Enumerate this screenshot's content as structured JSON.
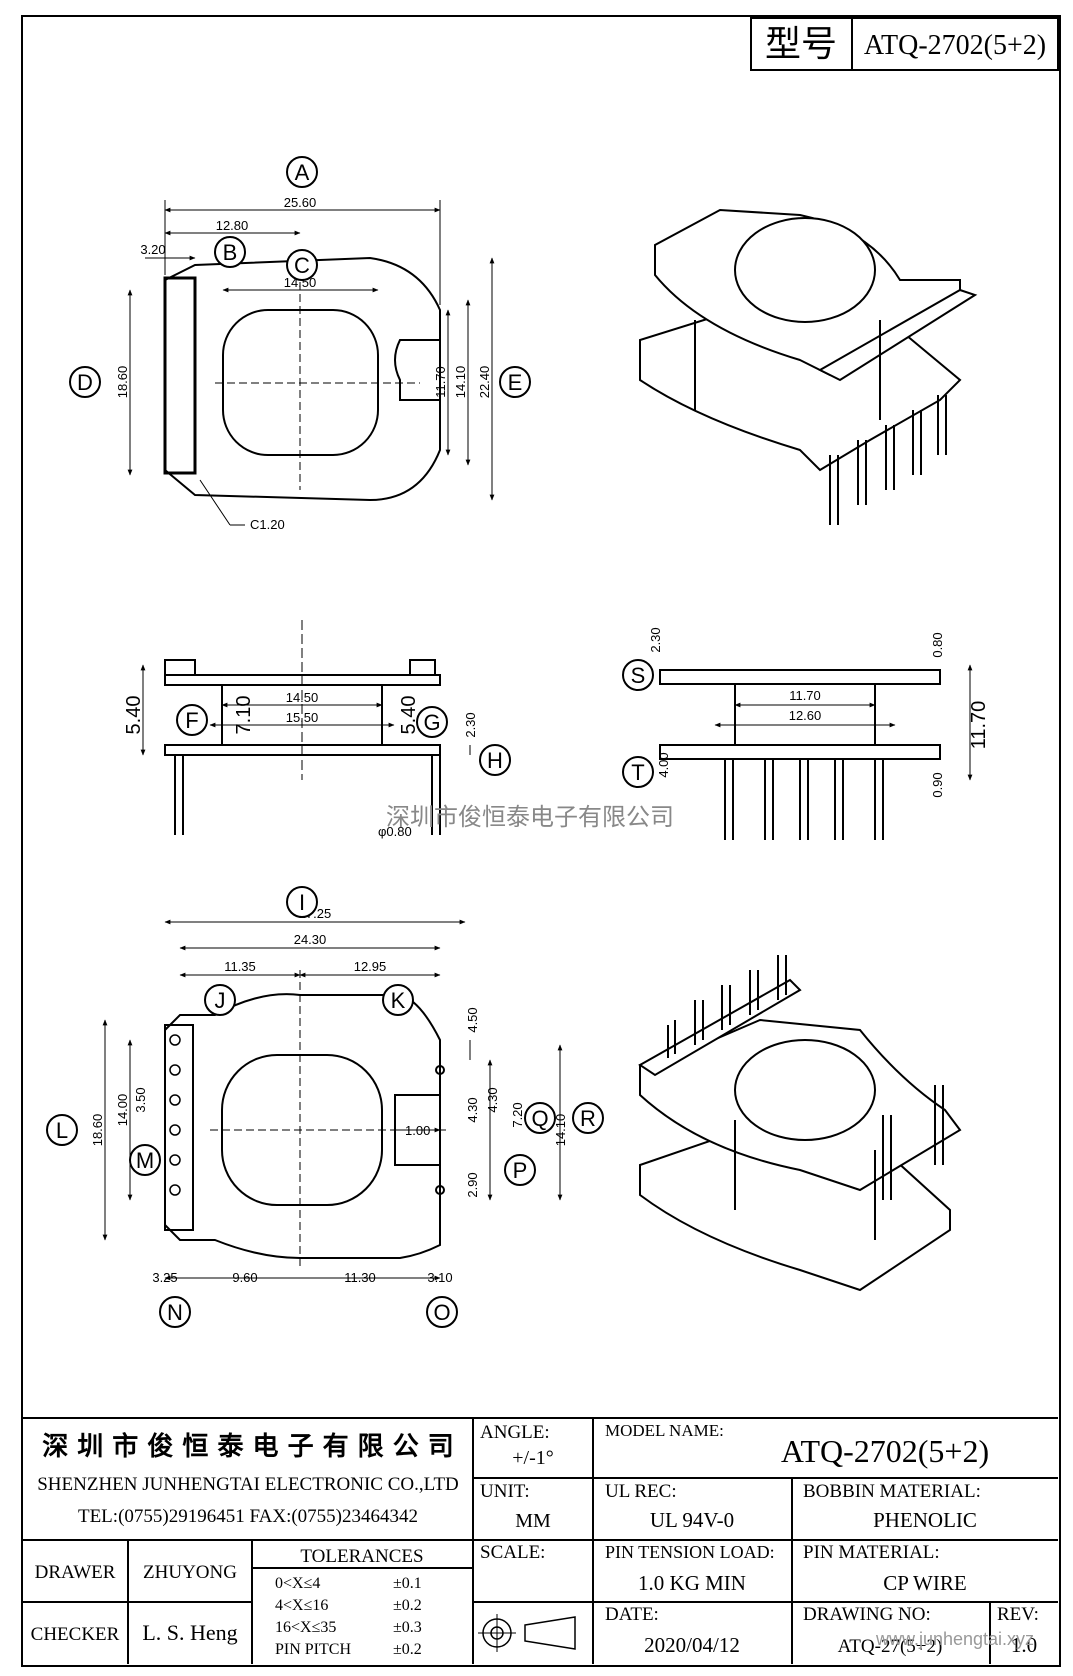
{
  "header": {
    "model_label": "型号",
    "model_value": "ATQ-2702(5+2)"
  },
  "dimensions": {
    "top": {
      "a": "25.60",
      "b": "12.80",
      "c": "14.50",
      "b2": "3.20",
      "d": "18.60",
      "e1": "11.70",
      "e2": "14.10",
      "e3": "22.40",
      "chamfer": "C1.20"
    },
    "side": {
      "h1": "5.40",
      "w1": "7.10",
      "a": "14.50",
      "b": "15.50",
      "h2": "5.40",
      "h3": "2.30",
      "pin": "φ0.80"
    },
    "front": {
      "s": "2.30",
      "a": "11.70",
      "b": "12.60",
      "t": "4.00",
      "r1": "0.80",
      "r2": "11.70",
      "r3": "0.90"
    },
    "bottom": {
      "i": "27.25",
      "w": "24.30",
      "j": "11.35",
      "k": "12.95",
      "l": "18.60",
      "m1": "14.00",
      "m2": "3.50",
      "q1": "4.50",
      "q2": "4.30",
      "q3": "4.30",
      "q4": "7.20",
      "r": "14.10",
      "p": "2.90",
      "slot": "1.00",
      "n1": "3.25",
      "n2": "9.60",
      "o1": "11.30",
      "o2": "3.10"
    }
  },
  "callouts": [
    "A",
    "B",
    "C",
    "D",
    "E",
    "F",
    "G",
    "H",
    "S",
    "T",
    "I",
    "J",
    "K",
    "L",
    "M",
    "Q",
    "R",
    "P",
    "N",
    "O"
  ],
  "watermark": "深圳市俊恒泰电子有限公司",
  "title_block": {
    "company_cn": "深 圳 市 俊 恒 泰 电 子 有 限 公 司",
    "company_en": "SHENZHEN JUNHENGTAI ELECTRONIC CO.,LTD",
    "contact": "TEL:(0755)29196451 FAX:(0755)23464342",
    "angle_label": "ANGLE:",
    "angle_value": "+/-1°",
    "model_name_label": "MODEL NAME:",
    "model_name_value": "ATQ-2702(5+2)",
    "unit_label": "UNIT:",
    "unit_value": "MM",
    "ul_label": "UL REC:",
    "ul_value": "UL 94V-0",
    "bobbin_label": "BOBBIN MATERIAL:",
    "bobbin_value": "PHENOLIC",
    "drawer_label": "DRAWER",
    "drawer_value": "ZHUYONG",
    "checker_label": "CHECKER",
    "checker_value": "L. S. Heng",
    "tolerances_label": "TOLERANCES",
    "tolerances": [
      {
        "range": "0<X≤4",
        "value": "±0.1"
      },
      {
        "range": "4<X≤16",
        "value": "±0.2"
      },
      {
        "range": "16<X≤35",
        "value": "±0.3"
      },
      {
        "range": "PIN PITCH",
        "value": "±0.2"
      }
    ],
    "scale_label": "SCALE:",
    "pin_tension_label": "PIN TENSION LOAD:",
    "pin_tension_value": "1.0 KG MIN",
    "pin_material_label": "PIN MATERIAL:",
    "pin_material_value": "CP WIRE",
    "date_label": "DATE:",
    "date_value": "2020/04/12",
    "drawing_no_label": "DRAWING NO:",
    "drawing_no_value": "ATQ-27(5+2)",
    "rev_label": "REV:",
    "rev_value": "1.0",
    "site_watermark": "www.junhengtai.xyz"
  }
}
